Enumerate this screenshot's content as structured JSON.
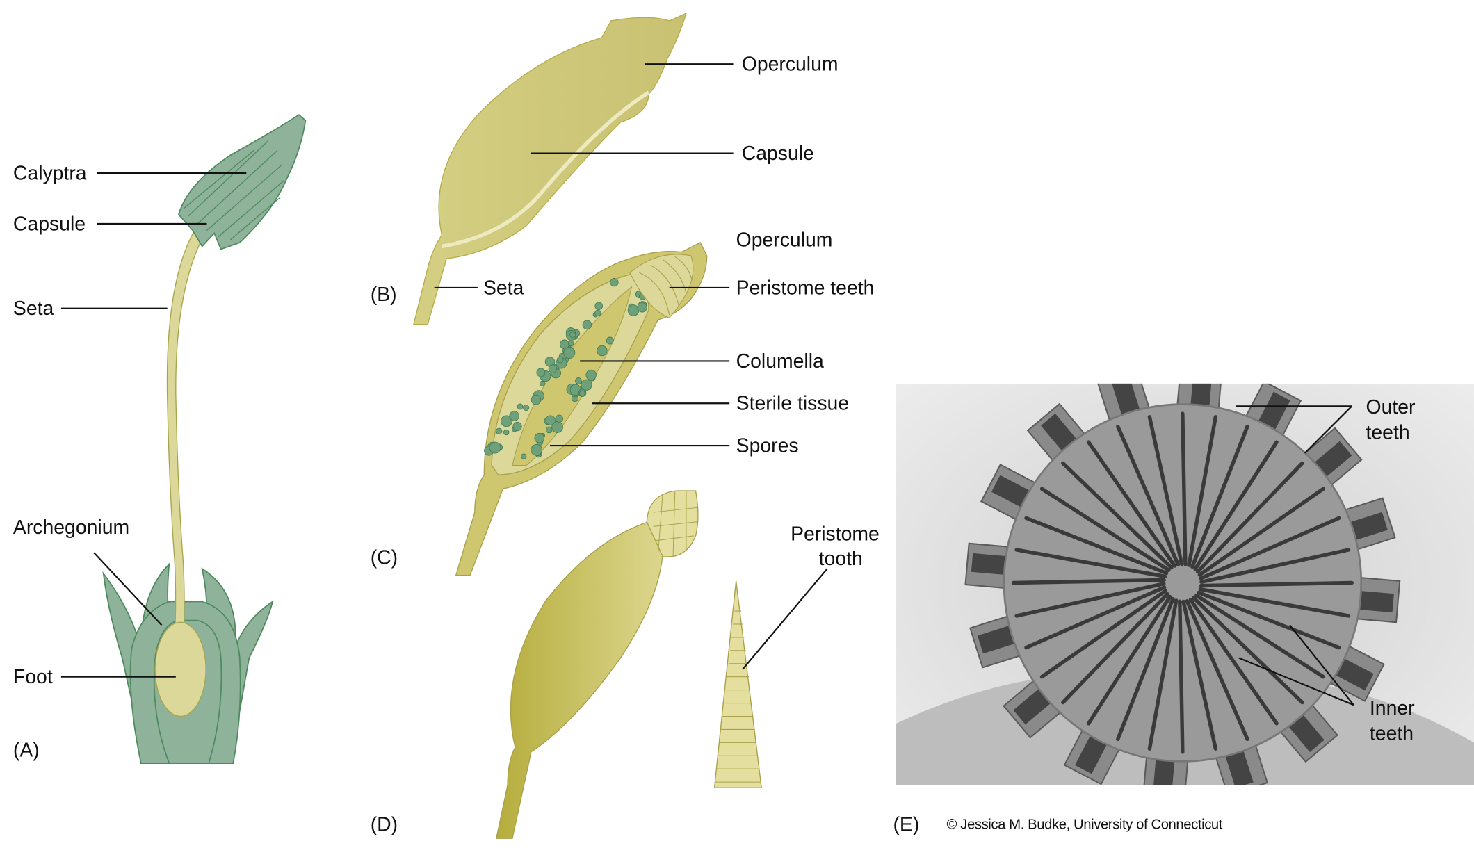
{
  "panels": {
    "a": {
      "tag": "(A)",
      "labels": {
        "calyptra": "Calyptra",
        "capsule": "Capsule",
        "seta": "Seta",
        "archegonium": "Archegonium",
        "foot": "Foot"
      }
    },
    "b": {
      "tag": "(B)",
      "labels": {
        "operculum": "Operculum",
        "capsule": "Capsule",
        "seta": "Seta"
      }
    },
    "c": {
      "tag": "(C)",
      "labels": {
        "operculum": "Operculum",
        "peristome_teeth": "Peristome teeth",
        "columella": "Columella",
        "sterile_tissue": "Sterile tissue",
        "spores": "Spores"
      }
    },
    "d": {
      "tag": "(D)",
      "labels": {
        "peristome_line1": "Peristome",
        "peristome_line2": "tooth"
      }
    },
    "e": {
      "tag": "(E)",
      "labels": {
        "outer_line1": "Outer",
        "outer_line2": "teeth",
        "inner_line1": "Inner",
        "inner_line2": "teeth"
      },
      "credit": "© Jessica M. Budke, University of Connecticut"
    }
  },
  "colors": {
    "green": "#8fb39a",
    "green_dark": "#4f8a5f",
    "olive": "#c8c06a",
    "olive_light": "#dcd89a",
    "spore": "#6fa07a"
  }
}
